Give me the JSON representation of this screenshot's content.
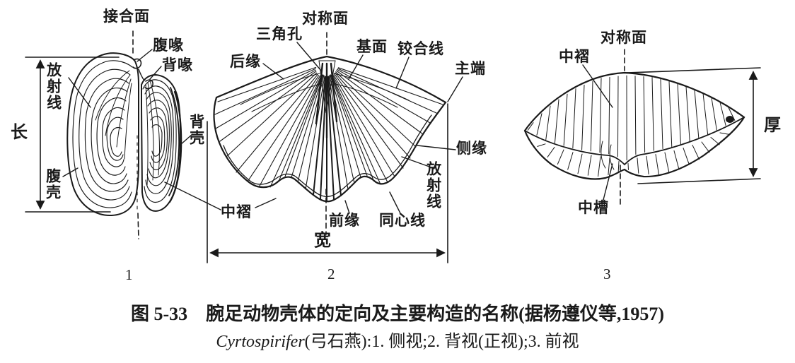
{
  "colors": {
    "ink": "#1a1a1a",
    "background": "#ffffff"
  },
  "panel1": {
    "number": "1",
    "labels": {
      "commissure_plane": "接合面",
      "ventral_beak": "腹喙",
      "dorsal_beak": "背喙",
      "radial_lines": "放射线",
      "length": "长",
      "ventral_valve": "腹壳",
      "dorsal_valve": "背壳"
    }
  },
  "panel2": {
    "number": "2",
    "labels": {
      "symmetry_plane": "对称面",
      "delthyrium": "三角孔",
      "interarea": "基面",
      "hinge_line": "铰合线",
      "posterior_margin": "后缘",
      "cardinal_extremity": "主端",
      "lateral_margin": "侧缘",
      "radial_lines": "放射线",
      "concentric_lines": "同心线",
      "anterior_margin": "前缘",
      "median_fold": "中褶",
      "width": "宽"
    }
  },
  "panel3": {
    "number": "3",
    "labels": {
      "median_fold": "中褶",
      "symmetry_plane": "对称面",
      "thickness": "厚",
      "median_sulcus": "中槽"
    }
  },
  "caption": {
    "line1": "图 5-33　腕足动物壳体的定向及主要构造的名称(据杨遵仪等,1957)",
    "genus_italic": "Cyrtospirifer",
    "line2_rest": "(弓石燕):1. 侧视;2. 背视(正视);3. 前视"
  }
}
